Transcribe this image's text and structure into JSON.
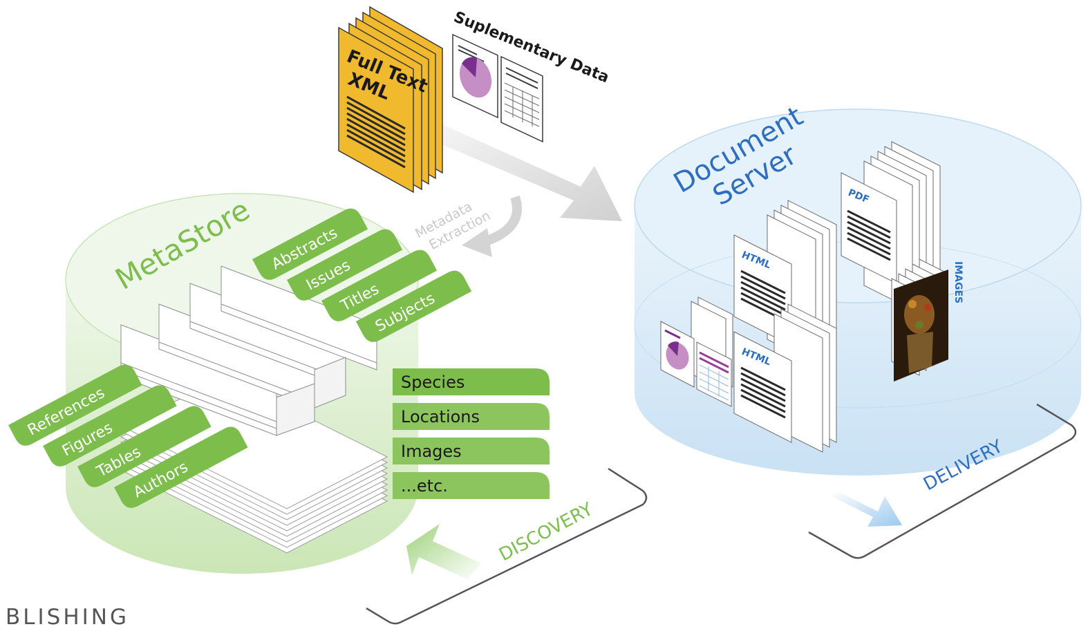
{
  "metastore": {
    "title": "MetaStore",
    "top_tabs": [
      "Abstracts",
      "Issues",
      "Titles",
      "Subjects"
    ],
    "left_tabs": [
      "References",
      "Figures",
      "Tables",
      "Authors"
    ],
    "right_tabs": [
      "Species",
      "Locations",
      "Images",
      "...etc."
    ]
  },
  "inputs": {
    "full_text": [
      "Full Text",
      "XML"
    ],
    "supplementary": "Suplementary Data"
  },
  "flow": {
    "metadata_extraction": [
      "Metadata",
      "Extraction"
    ]
  },
  "document_server": {
    "title": [
      "Document",
      "Server"
    ],
    "doc_labels": {
      "pdf": "PDF",
      "html_top": "HTML",
      "html_bottom": "HTML",
      "images": "IMAGES"
    }
  },
  "stages": {
    "discovery": "DISCOVERY",
    "delivery": "DELIVERY"
  },
  "footer": {
    "brand_fragment": "BLISHING"
  },
  "colors": {
    "green": "#7cbd4b",
    "green_light": "#dcefd0",
    "blue": "#2d6ec0",
    "blue_light": "#d9ebf8",
    "gold": "#f0b92e",
    "purple": "#7b2f8c",
    "lilac": "#c58fc6",
    "magenta": "#9c3a9a",
    "gray": "#bdbdbd"
  }
}
